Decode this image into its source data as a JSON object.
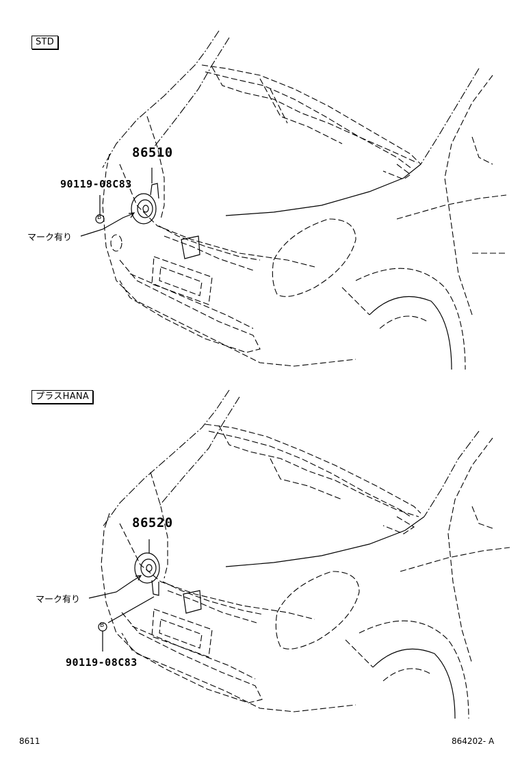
{
  "panels": [
    {
      "variant_label": "STD",
      "horn_part_number": "86510",
      "bolt_part_number": "90119-08C83",
      "bolt_marker": "B",
      "mark_note": "マーク有り"
    },
    {
      "variant_label": "プラスHANA",
      "horn_part_number": "86520",
      "bolt_part_number": "90119-08C83",
      "bolt_marker": "B",
      "mark_note": "マーク有り"
    }
  ],
  "footer": {
    "left_code": "8611",
    "right_code": "864202- A"
  }
}
